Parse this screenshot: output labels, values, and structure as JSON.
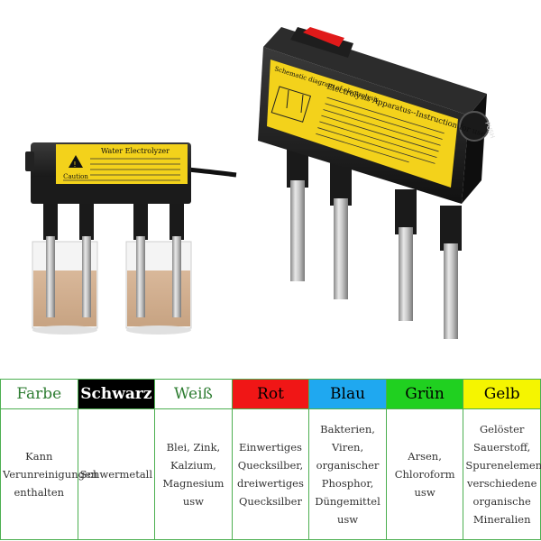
{
  "small_device": {
    "brand": "Water Electrolyzer",
    "caution": "Caution"
  },
  "large_device": {
    "title": "Electrolysis Apparatus--Instruction for use",
    "diagram": "Schematic diagram of electrolysis",
    "knob": "PUSH"
  },
  "table": {
    "columns": [
      {
        "header": "Farbe",
        "bg": "#ffffff",
        "fg": "#2e7d32",
        "cell": "Kann\nVerunreinigungen\nenthalten"
      },
      {
        "header": "Schwarz",
        "bg": "#000000",
        "fg": "#ffffff",
        "cell": "Schwermetall"
      },
      {
        "header": "Weiß",
        "bg": "#ffffff",
        "fg": "#2e7d32",
        "cell": "Blei, Zink,\nKalzium,\nMagnesium\nusw"
      },
      {
        "header": "Rot",
        "bg": "#f01616",
        "fg": "#000000",
        "cell": "Einwertiges\nQuecksilber,\ndreiwertiges\nQuecksilber"
      },
      {
        "header": "Blau",
        "bg": "#1fa8f0",
        "fg": "#000000",
        "cell": "Bakterien,\nViren,\norganischer\nPhosphor,\nDüngemittel\nusw"
      },
      {
        "header": "Grün",
        "bg": "#20d020",
        "fg": "#000000",
        "cell": "Arsen,\nChloroform\nusw"
      },
      {
        "header": "Gelb",
        "bg": "#f5f500",
        "fg": "#000000",
        "cell": "Gelöster\nSauerstoff,\nSpurenelemente,\nverschiedene\norganische\nMineralien"
      }
    ]
  }
}
